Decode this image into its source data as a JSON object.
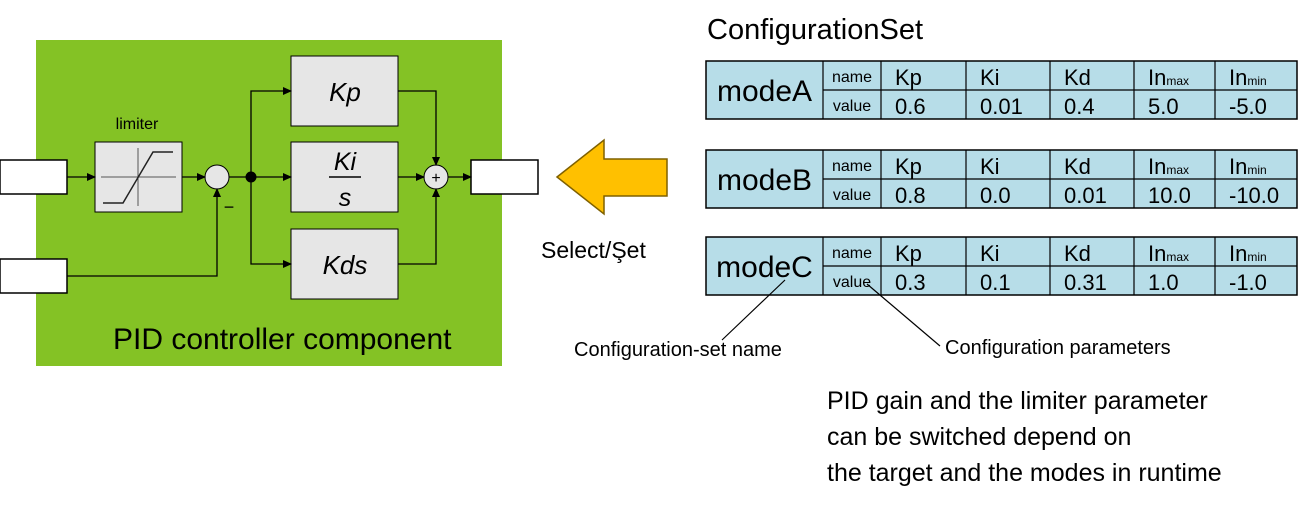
{
  "colors": {
    "component_bg": "#84c225",
    "block_fill": "#e6e6e6",
    "table_fill": "#b7dde8",
    "arrow_fill": "#ffc000",
    "arrow_stroke": "#7f6000"
  },
  "diagram": {
    "component_label": "PID controller component",
    "limiter_label": "limiter",
    "kp_label": "Kp",
    "ki_num": "Ki",
    "ki_den": "s",
    "kd_label": "Kds",
    "sum_sign": "+",
    "minus_sign": "−"
  },
  "config": {
    "title": "ConfigurationSet",
    "name_row_label": "name",
    "value_row_label": "value",
    "param_names": [
      {
        "base": "Kp",
        "sub": ""
      },
      {
        "base": "Ki",
        "sub": ""
      },
      {
        "base": "Kd",
        "sub": ""
      },
      {
        "base": "In",
        "sub": "max"
      },
      {
        "base": "In",
        "sub": "min"
      }
    ],
    "modes": [
      {
        "name": "modeA",
        "values": [
          "0.6",
          "0.01",
          "0.4",
          "5.0",
          "-5.0"
        ]
      },
      {
        "name": "modeB",
        "values": [
          "0.8",
          "0.0",
          "0.01",
          "10.0",
          "-10.0"
        ]
      },
      {
        "name": "modeC",
        "values": [
          "0.3",
          "0.1",
          "0.31",
          "1.0",
          "-1.0"
        ]
      }
    ]
  },
  "labels": {
    "select_set": "Select/Şet",
    "config_set_name": "Configuration-set name",
    "config_parameters": "Configuration parameters"
  },
  "note": {
    "line1": "PID gain and the limiter parameter",
    "line2": "can be switched depend on",
    "line3": "the target and the modes in runtime"
  }
}
